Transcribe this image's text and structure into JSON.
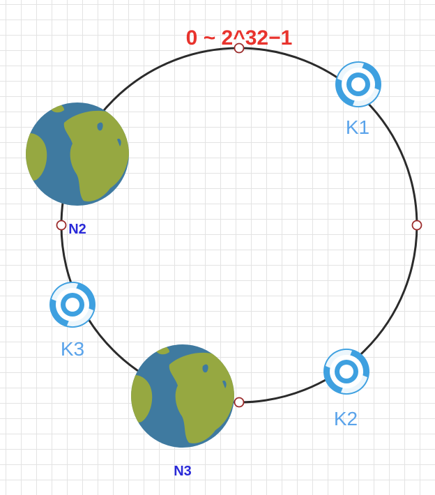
{
  "ring": {
    "range_label": "0 ~ 2^32−1",
    "range_label_color": "#e8332d"
  },
  "nodes": [
    {
      "id": "N2",
      "label": "N2",
      "icon": "earth-globe-icon"
    },
    {
      "id": "N3",
      "label": "N3",
      "icon": "earth-globe-icon"
    }
  ],
  "keys": [
    {
      "id": "K1",
      "label": "K1",
      "icon": "ring-key-icon"
    },
    {
      "id": "K2",
      "label": "K2",
      "icon": "ring-key-icon"
    },
    {
      "id": "K3",
      "label": "K3",
      "icon": "ring-key-icon"
    }
  ],
  "colors": {
    "node_label": "#2a2ad8",
    "key_label": "#5aa3ea",
    "key_icon": "#3ea0e0",
    "ring": "#2b2b2b",
    "point": "#9b2b2b",
    "ocean": "#3f7aa0",
    "land": "#96a841"
  }
}
